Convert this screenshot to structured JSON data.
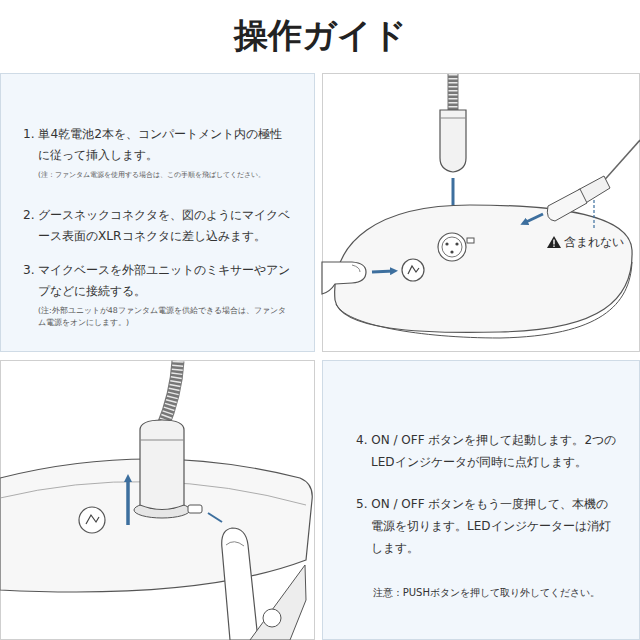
{
  "diagram": {
    "title": "操作ガイド",
    "nodes": [
      {
        "text": [
          "1. 単4乾電池2本を、コンパートメント内の極性に従って挿入します。",
          "(注：ファンタム電源を使用する場合は、この手順を飛ばしてください。",
          "2. グースネックコネクタを、図のようにマイクベース表面のXLRコネクタに差し込みます。",
          "3. マイクベースを外部ユニットのミキサーやアンプなどに接続する。",
          "(注:外部ユニットが48ファンタム電源を供給できる場合は、ファンタム電源をオンにします。)"
        ]
      },
      {
        "text": [
          "4. ON / OFF ボタンを押して起動します。2つのLEDインジケータが同時に点灯します。",
          "5. ON / OFF ボタンをもう一度押して、本機の電源を切ります。LEDインジケーターは消灯します。",
          "注意 : PUSHボタンを押して取り外してください。"
        ]
      }
    ],
    "labels": [
      "含まれない"
    ]
  }
}
